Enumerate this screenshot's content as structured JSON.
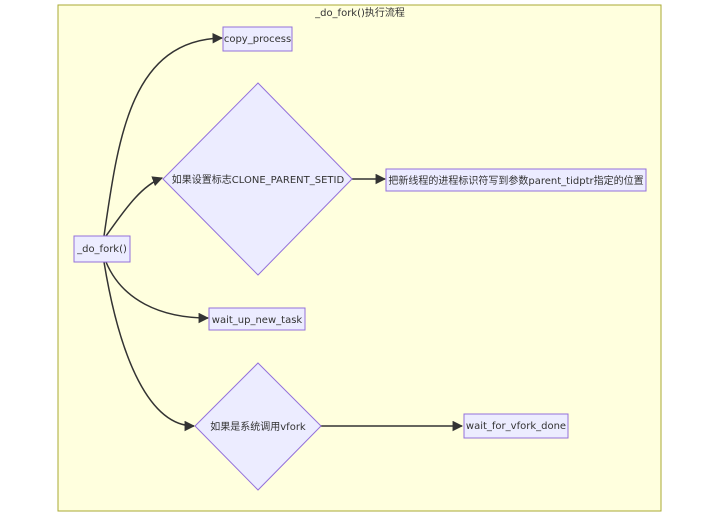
{
  "diagram": {
    "title": "_do_fork()执行流程",
    "nodes": {
      "do_fork": "_do_fork()",
      "copy_process": "copy_process",
      "cond_parent_setid": "如果设置标志CLONE_PARENT_SETID",
      "write_tid": "把新线程的进程标识符写到参数parent_tidptr指定的位置",
      "wake_up": "wait_up_new_task",
      "cond_vfork": "如果是系统调用vfork",
      "vfork_done": "wait_for_vfork_done"
    }
  }
}
